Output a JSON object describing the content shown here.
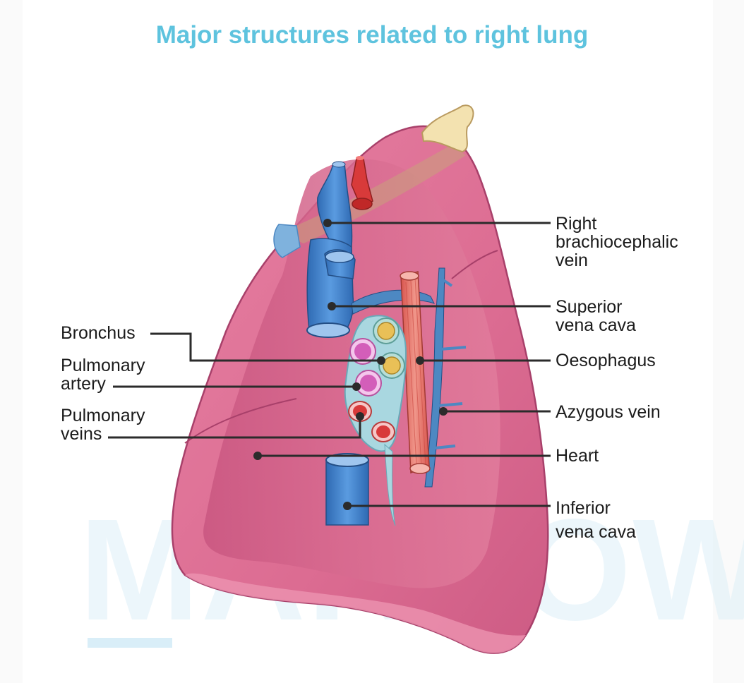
{
  "title": "Major structures related to right lung",
  "watermark": "MARROW",
  "labels": {
    "right_brachiocephalic_vein": [
      "Right",
      "brachiocephalic",
      "vein"
    ],
    "superior_vena_cava": [
      "Superior",
      "vena cava"
    ],
    "oesophagus": [
      "Oesophagus"
    ],
    "azygous_vein": [
      "Azygous vein"
    ],
    "heart": [
      "Heart"
    ],
    "inferior_vena_cava": [
      "Inferior",
      "vena cava"
    ],
    "bronchus": [
      "Bronchus"
    ],
    "pulmonary_artery": [
      "Pulmonary",
      "artery"
    ],
    "pulmonary_veins": [
      "Pulmonary",
      "veins"
    ]
  },
  "colors": {
    "title": "#5ec3de",
    "lung": "#dd6f93",
    "lung_shadow": "#c4577e",
    "vein_blue": "#3f7fc6",
    "artery_red": "#d83a3a",
    "oesophagus": "#e7786c",
    "bronchus": "#e8c86a",
    "pulmonary_artery": "#d96bc4",
    "leader_lines": "#2b2b2b",
    "watermark": "#def0f8"
  }
}
